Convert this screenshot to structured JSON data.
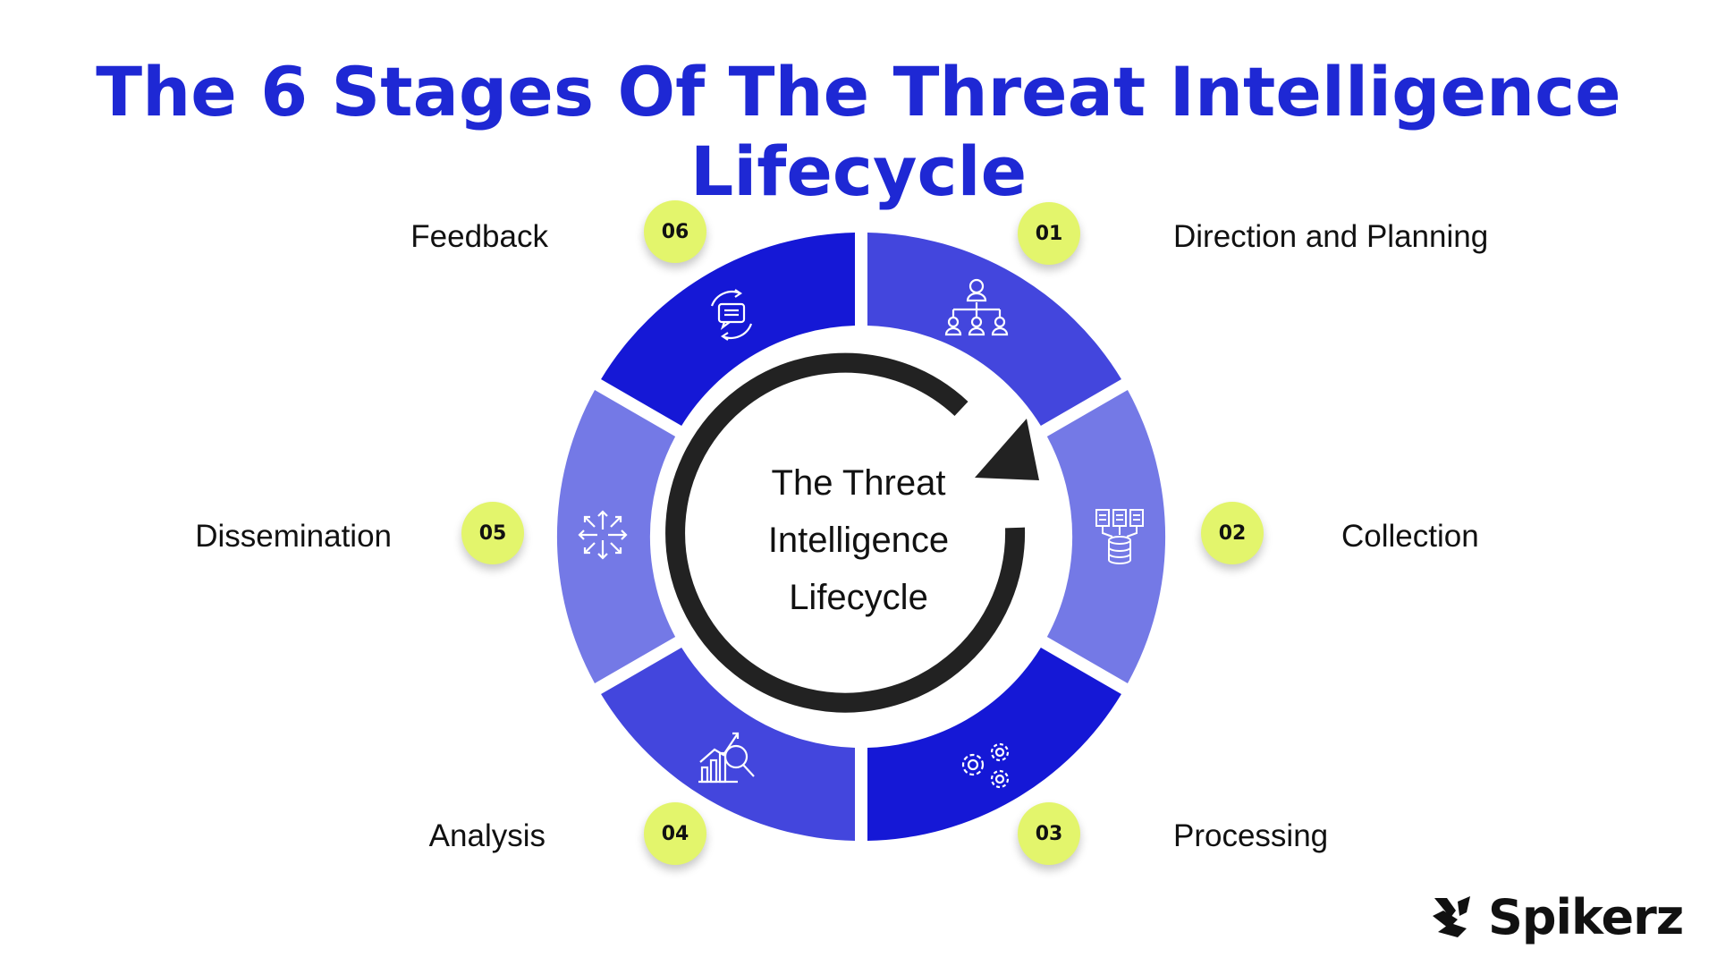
{
  "title": "The 6 Stages Of The Threat Intelligence Lifecycle",
  "center": {
    "line1": "The Threat",
    "line2": "Intelligence",
    "line3": "Lifecycle"
  },
  "stages": [
    {
      "number": "01",
      "label": "Direction and Planning",
      "icon": "org-chart-icon",
      "color": "#4346dd"
    },
    {
      "number": "02",
      "label": "Collection",
      "icon": "documents-database-icon",
      "color": "#7479e6"
    },
    {
      "number": "03",
      "label": "Processing",
      "icon": "gears-icon",
      "color": "#1518d6"
    },
    {
      "number": "04",
      "label": "Analysis",
      "icon": "chart-magnifier-icon",
      "color": "#4346dd"
    },
    {
      "number": "05",
      "label": "Dissemination",
      "icon": "distribute-arrows-icon",
      "color": "#7479e6"
    },
    {
      "number": "06",
      "label": "Feedback",
      "icon": "feedback-cycle-icon",
      "color": "#1518d6"
    }
  ],
  "colors": {
    "title": "#1e28d4",
    "badge": "#e3f56c",
    "arrow": "#222222"
  },
  "logo": {
    "name": "Spikerz",
    "icon": "spikerz-logo-icon"
  }
}
